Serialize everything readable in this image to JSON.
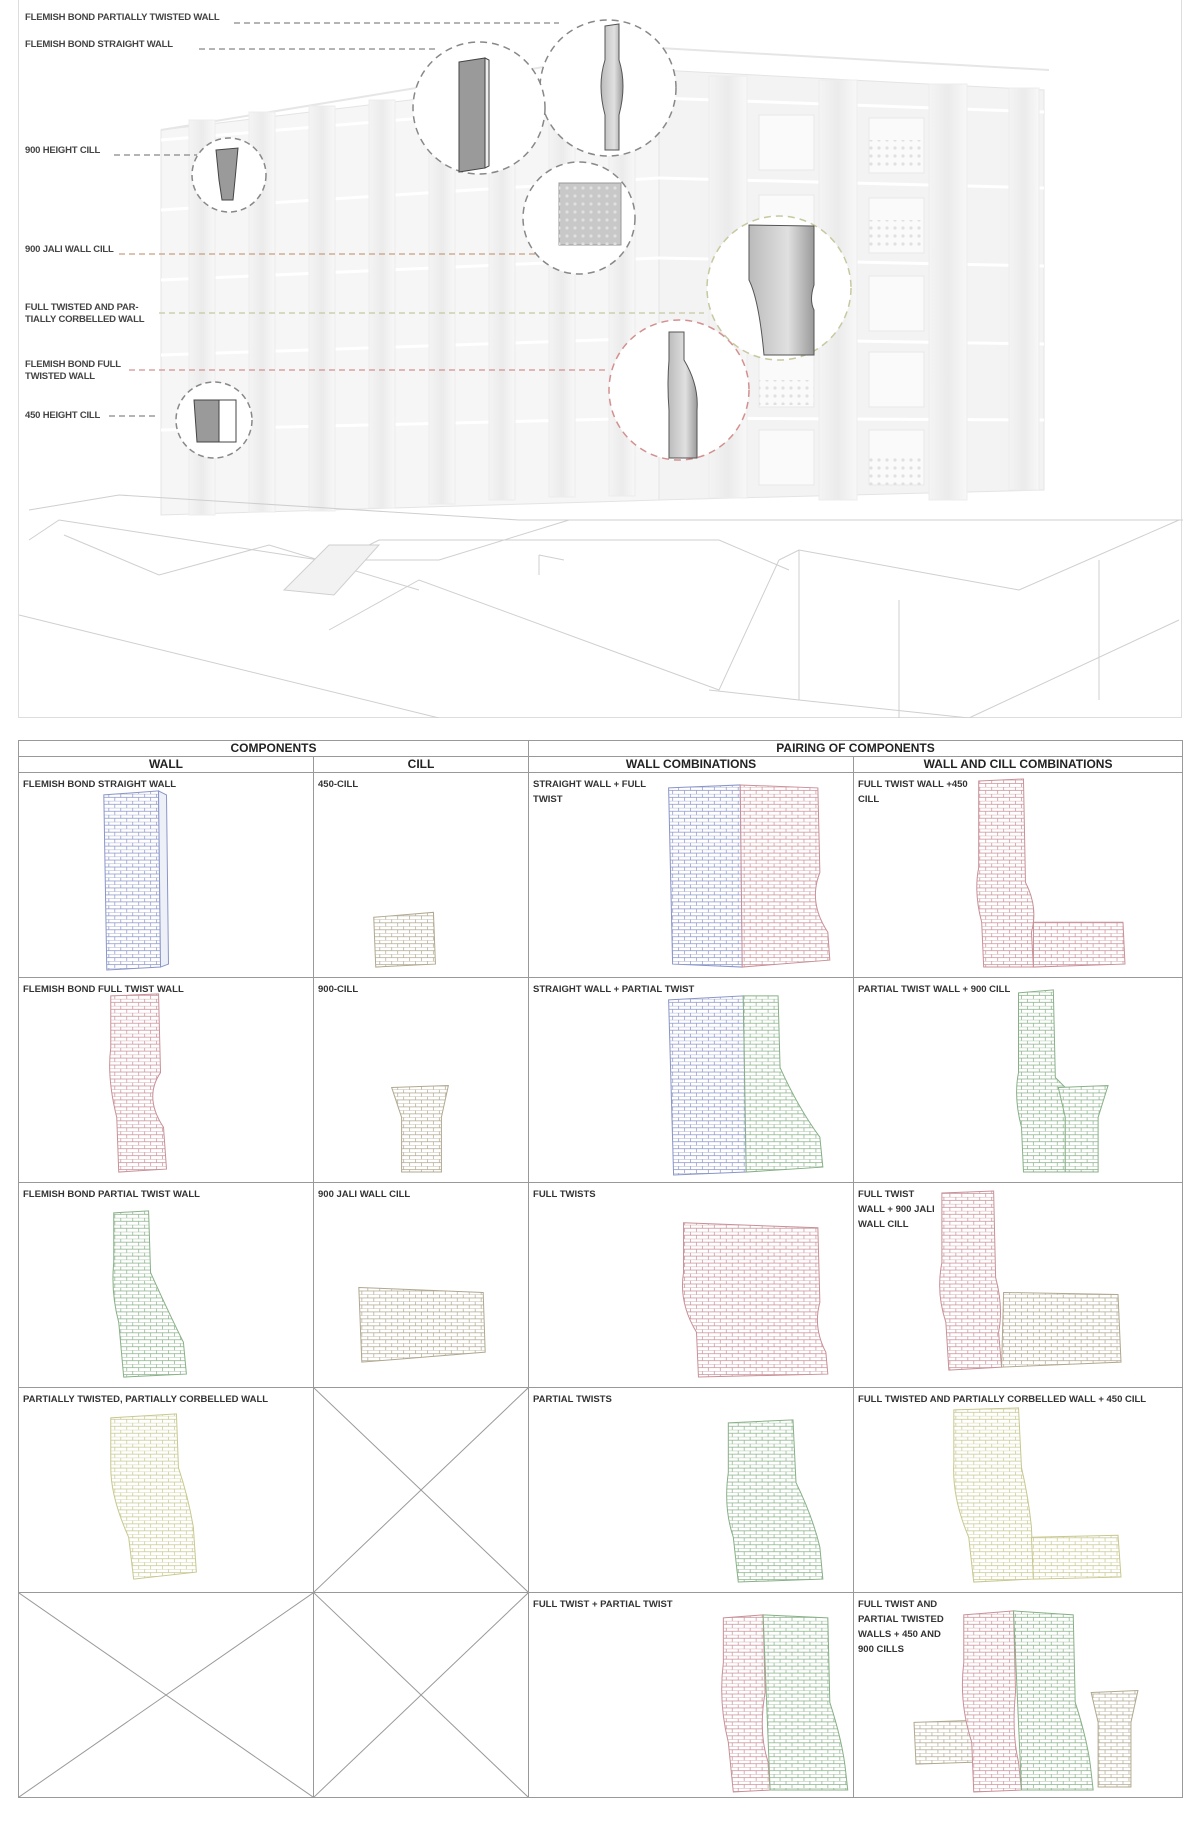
{
  "elevation": {
    "callouts": [
      {
        "label": "FLEMISH BOND PARTIALLY TWISTED WALL",
        "color": "#888888"
      },
      {
        "label": "FLEMISH BOND STRAIGHT WALL",
        "color": "#888888"
      },
      {
        "label": "900 HEIGHT CILL",
        "color": "#888888"
      },
      {
        "label": "900 JALI WALL CILL",
        "color": "#c8a080"
      },
      {
        "label": "FULL TWISTED AND PAR-",
        "label2": "TIALLY  CORBELLED WALL",
        "color": "#c8c8a0"
      },
      {
        "label": "FLEMISH BOND FULL",
        "label2": "TWISTED WALL",
        "color": "#d49090"
      },
      {
        "label": "450 HEIGHT CILL",
        "color": "#888888"
      }
    ]
  },
  "matrix": {
    "header": {
      "components": "COMPONENTS",
      "pairing": "PAIRING OF COMPONENTS",
      "wall": "WALL",
      "cill": "CILL",
      "wall_combinations": "WALL COMBINATIONS",
      "wall_and_cill_combinations": "WALL AND CILL COMBINATIONS"
    },
    "rows": [
      {
        "wall": "FLEMISH BOND STRAIGHT WALL",
        "cill": "450-CILL",
        "wall_combo": "STRAIGHT WALL + FULL TWIST",
        "wall_cill_combo": "FULL TWIST WALL +450 CILL"
      },
      {
        "wall": "FLEMISH BOND FULL TWIST WALL",
        "cill": "900-CILL",
        "wall_combo": "STRAIGHT WALL + PARTIAL TWIST",
        "wall_cill_combo": "PARTIAL TWIST WALL + 900 CILL"
      },
      {
        "wall": "FLEMISH BOND PARTIAL TWIST WALL",
        "cill": "900 JALI WALL CILL",
        "wall_combo": "FULL TWISTS",
        "wall_cill_combo": "FULL TWIST WALL + 900 JALI WALL CILL"
      },
      {
        "wall": "PARTIALLY TWISTED, PARTIALLY CORBELLED WALL",
        "cill": "",
        "wall_combo": "PARTIAL TWISTS",
        "wall_cill_combo": "FULL TWISTED AND PARTIALLY  CORBELLED WALL + 450 CILL"
      },
      {
        "wall": "",
        "cill": "",
        "wall_combo": "FULL TWIST + PARTIAL TWIST",
        "wall_cill_combo": "FULL TWIST AND PARTIAL TWISTED WALLS + 450 AND 900 CILLS"
      }
    ]
  },
  "colors": {
    "straight_wall": "#8a95c8",
    "full_twist": "#c89098",
    "partial_twist": "#88b088",
    "corbelled": "#c8c890",
    "cill": "#b0a890"
  }
}
